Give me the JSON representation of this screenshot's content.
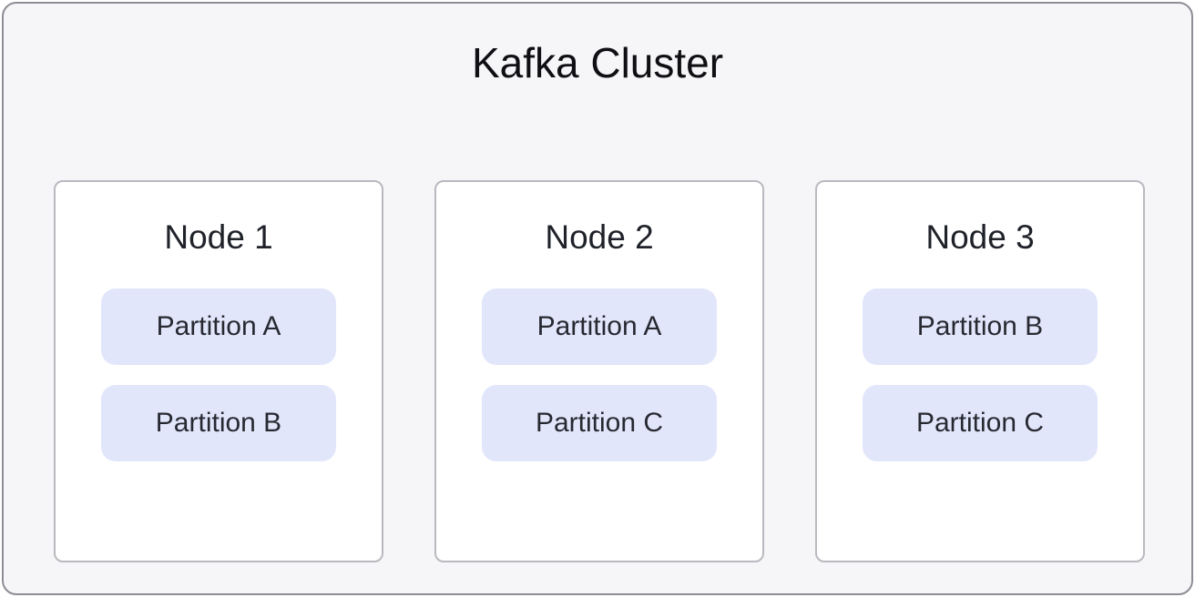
{
  "diagram": {
    "title": "Kafka Cluster",
    "type": "architecture",
    "colors": {
      "cluster_background": "#f6f6f8",
      "cluster_border": "#8d8d96",
      "node_background": "#ffffff",
      "node_border": "#b9b9c0",
      "partition_background": "#e2e6fb",
      "partition_text": "#272931",
      "title_text": "#101014"
    },
    "nodes": [
      {
        "label": "Node 1",
        "partitions": [
          {
            "label": "Partition A"
          },
          {
            "label": "Partition B"
          }
        ]
      },
      {
        "label": "Node 2",
        "partitions": [
          {
            "label": "Partition A"
          },
          {
            "label": "Partition C"
          }
        ]
      },
      {
        "label": "Node 3",
        "partitions": [
          {
            "label": "Partition B"
          },
          {
            "label": "Partition C"
          }
        ]
      }
    ]
  }
}
